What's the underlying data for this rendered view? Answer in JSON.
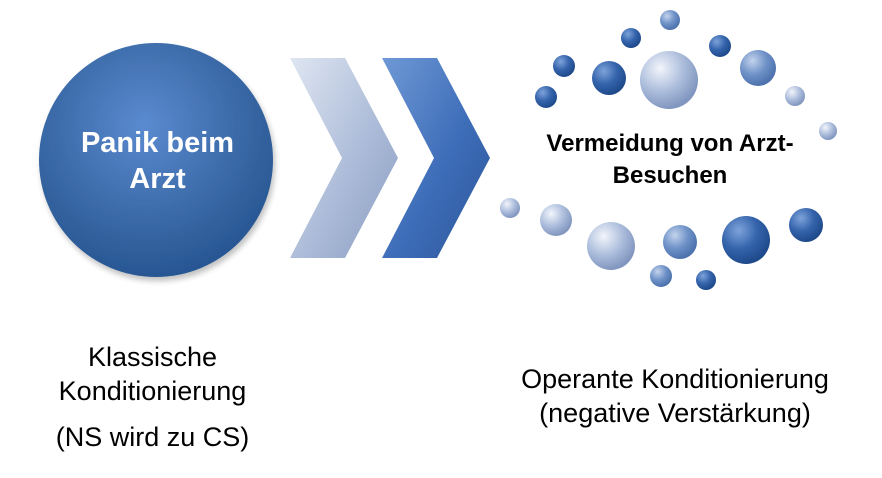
{
  "colors": {
    "circle_dark": "#2a5a99",
    "circle_light": "#4d7fc4",
    "chevron_light": "#a9b8d4",
    "chevron_dark": "#3e6db8",
    "bubble_dark": "#2d5aa0",
    "bubble_light": "#c9d6ea"
  },
  "left_circle": {
    "lines": [
      "Panik beim",
      "Arzt"
    ]
  },
  "right_node": {
    "lines": [
      "Vermeidung von Arzt-",
      "Besuchen"
    ]
  },
  "left_caption": {
    "lines": [
      "Klassische",
      "Konditionierung",
      "(NS wird zu CS)"
    ]
  },
  "right_caption": {
    "lines": [
      "Operante Konditionierung",
      "(negative Verstärkung)"
    ]
  }
}
